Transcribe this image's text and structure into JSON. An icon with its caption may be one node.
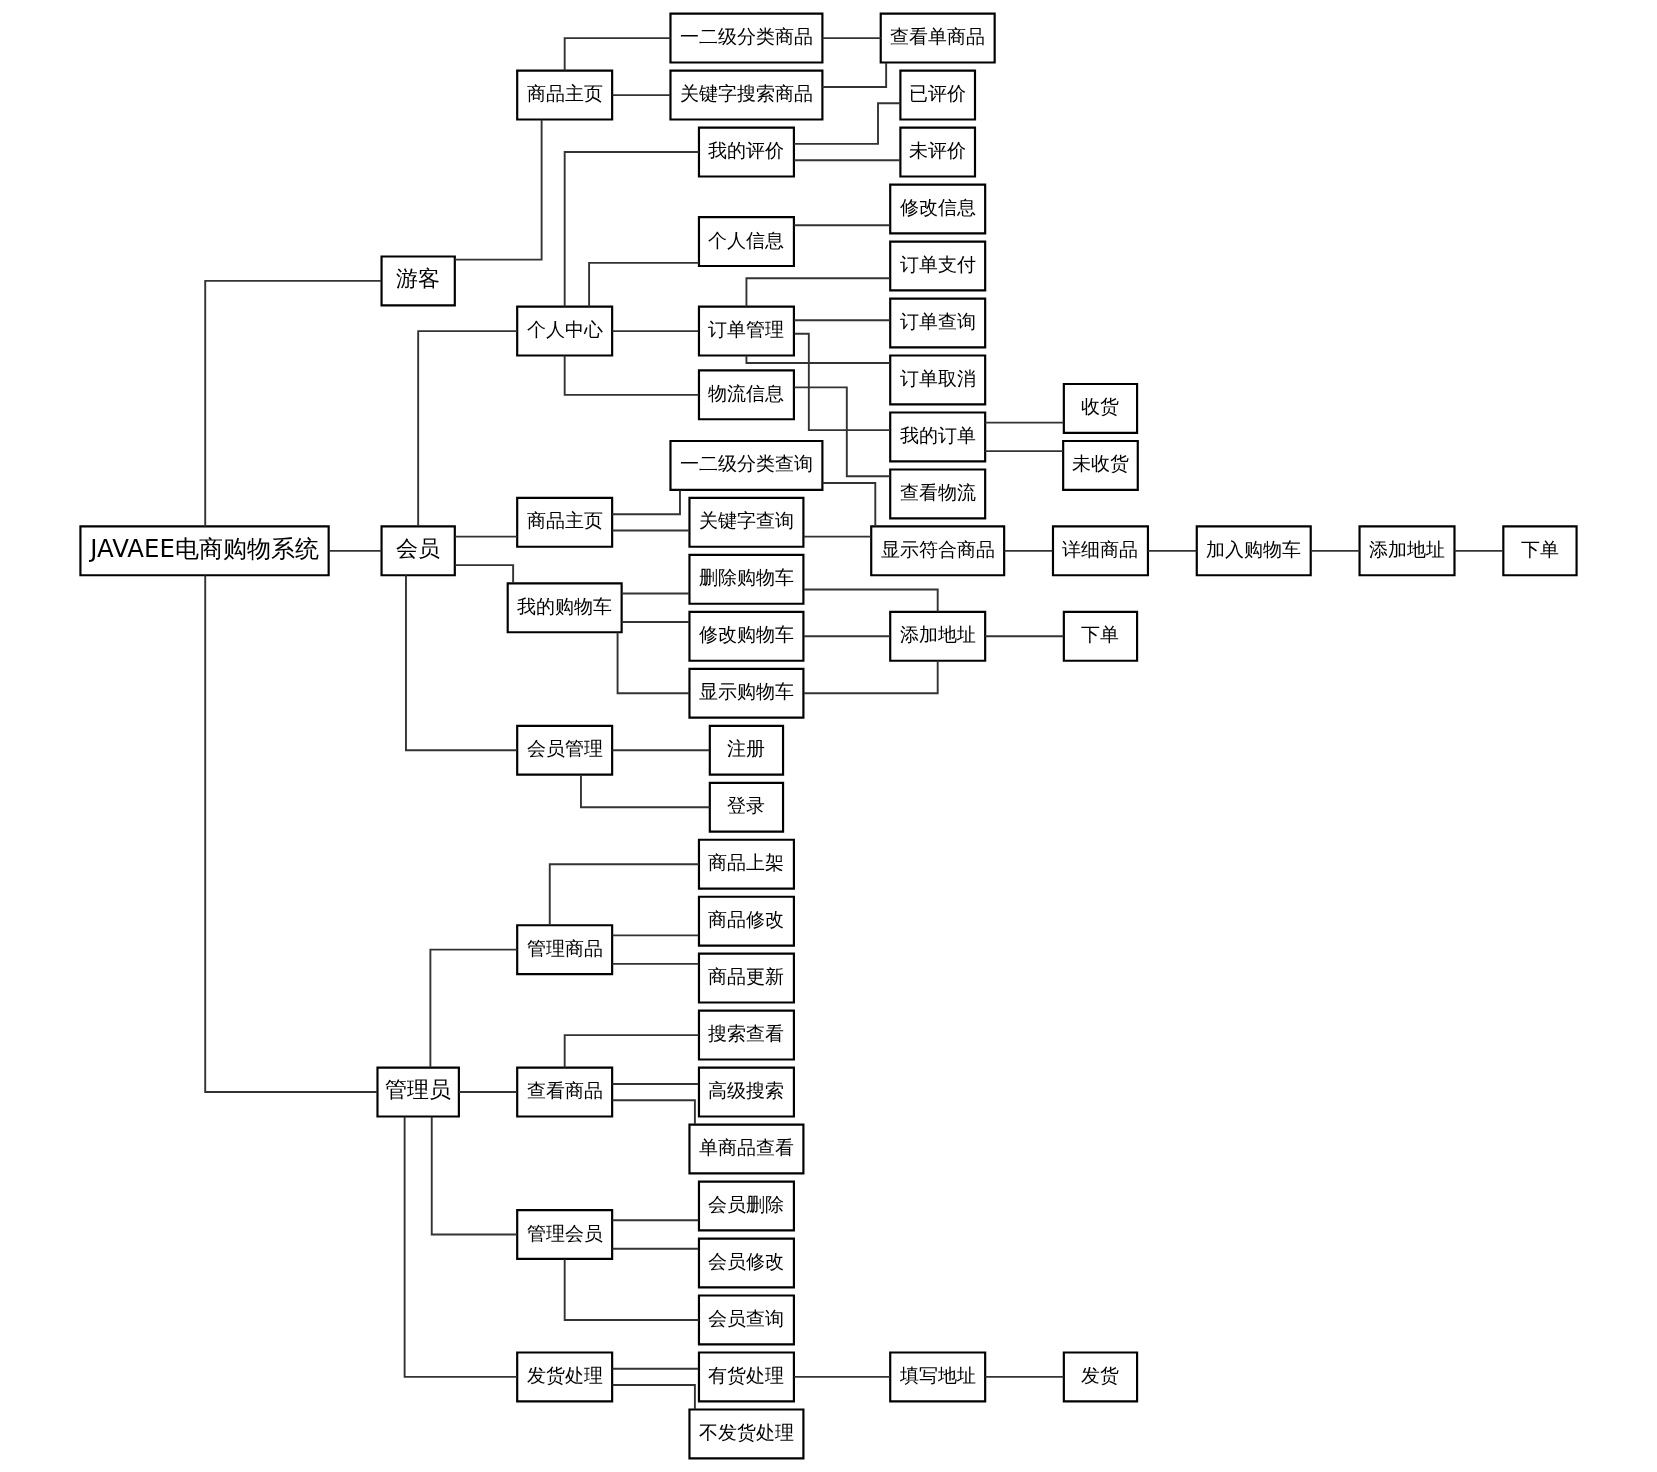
{
  "diagram": {
    "nodes": [
      {
        "text": [
          "JAVAEE电商购物系统"
        ]
      },
      {
        "text": [
          "游客"
        ]
      },
      {
        "text": [
          "会员"
        ]
      },
      {
        "text": [
          "管理员"
        ]
      },
      {
        "text": [
          "商品主页"
        ]
      },
      {
        "text": [
          "一二级分类商品"
        ]
      },
      {
        "text": [
          "关键字搜索商品"
        ]
      },
      {
        "text": [
          "查看单商品"
        ]
      },
      {
        "text": [
          "个人中心"
        ]
      },
      {
        "text": [
          "商品主页"
        ]
      },
      {
        "text": [
          "我的购物车"
        ]
      },
      {
        "text": [
          "会员管理"
        ]
      },
      {
        "text": [
          "我的评价"
        ]
      },
      {
        "text": [
          "个人信息"
        ]
      },
      {
        "text": [
          "订单管理"
        ]
      },
      {
        "text": [
          "物流信息"
        ]
      },
      {
        "text": [
          "已评价"
        ]
      },
      {
        "text": [
          "未评价"
        ]
      },
      {
        "text": [
          "修改信息"
        ]
      },
      {
        "text": [
          "订单支付"
        ]
      },
      {
        "text": [
          "订单查询"
        ]
      },
      {
        "text": [
          "订单取消"
        ]
      },
      {
        "text": [
          "我的订单"
        ]
      },
      {
        "text": [
          "收货"
        ]
      },
      {
        "text": [
          "未收货"
        ]
      },
      {
        "text": [
          "查看物流"
        ]
      },
      {
        "text": [
          "一二级分类查询"
        ]
      },
      {
        "text": [
          "关键字查询"
        ]
      },
      {
        "text": [
          "显示符合商品"
        ]
      },
      {
        "text": [
          "详细商品"
        ]
      },
      {
        "text": [
          "加入购物车"
        ]
      },
      {
        "text": [
          "添加地址"
        ]
      },
      {
        "text": [
          "下单"
        ]
      },
      {
        "text": [
          "删除购物车"
        ]
      },
      {
        "text": [
          "修改购物车"
        ]
      },
      {
        "text": [
          "显示购物车"
        ]
      },
      {
        "text": [
          "添加地址"
        ]
      },
      {
        "text": [
          "下单"
        ]
      },
      {
        "text": [
          "注册"
        ]
      },
      {
        "text": [
          "登录"
        ]
      },
      {
        "text": [
          "管理商品"
        ]
      },
      {
        "text": [
          "查看商品"
        ]
      },
      {
        "text": [
          "管理会员"
        ]
      },
      {
        "text": [
          "发货处理"
        ]
      },
      {
        "text": [
          "商品上架"
        ]
      },
      {
        "text": [
          "商品修改"
        ]
      },
      {
        "text": [
          "商品更新"
        ]
      },
      {
        "text": [
          "搜索查看"
        ]
      },
      {
        "text": [
          "高级搜索"
        ]
      },
      {
        "text": [
          "单商品查看"
        ]
      },
      {
        "text": [
          "会员删除"
        ]
      },
      {
        "text": [
          "会员修改"
        ]
      },
      {
        "text": [
          "会员查询"
        ]
      },
      {
        "text": [
          "有货处理"
        ]
      },
      {
        "text": [
          "不发货处理"
        ]
      },
      {
        "text": [
          "填写地址"
        ]
      },
      {
        "text": [
          "发货"
        ]
      }
    ],
    "edges": [
      {
        "from": 0,
        "to": 1,
        "arrow": "none"
      },
      {
        "from": 0,
        "to": 2,
        "arrow": "none"
      },
      {
        "from": 0,
        "to": 3,
        "arrow": "none"
      },
      {
        "from": 1,
        "to": 4,
        "arrow": "none"
      },
      {
        "from": 4,
        "to": 5,
        "arrow": "none"
      },
      {
        "from": 4,
        "to": 6,
        "arrow": "none"
      },
      {
        "from": 5,
        "to": 7,
        "arrow": "none"
      },
      {
        "from": 6,
        "to": 7,
        "arrow": "none"
      },
      {
        "from": 2,
        "to": 8,
        "arrow": "none"
      },
      {
        "from": 2,
        "to": 9,
        "arrow": "none"
      },
      {
        "from": 2,
        "to": 10,
        "arrow": "none"
      },
      {
        "from": 2,
        "to": 11,
        "arrow": "none"
      },
      {
        "from": 8,
        "to": 12,
        "arrow": "none"
      },
      {
        "from": 8,
        "to": 13,
        "arrow": "none"
      },
      {
        "from": 8,
        "to": 14,
        "arrow": "none"
      },
      {
        "from": 8,
        "to": 15,
        "arrow": "none"
      },
      {
        "from": 12,
        "to": 16,
        "arrow": "none"
      },
      {
        "from": 12,
        "to": 17,
        "arrow": "none"
      },
      {
        "from": 13,
        "to": 18,
        "arrow": "none"
      },
      {
        "from": 14,
        "to": 19,
        "arrow": "none"
      },
      {
        "from": 14,
        "to": 20,
        "arrow": "none"
      },
      {
        "from": 14,
        "to": 21,
        "arrow": "none"
      },
      {
        "from": 14,
        "to": 22,
        "arrow": "none"
      },
      {
        "from": 22,
        "to": 23,
        "arrow": "none"
      },
      {
        "from": 22,
        "to": 24,
        "arrow": "none"
      },
      {
        "from": 15,
        "to": 25,
        "arrow": "none"
      },
      {
        "from": 9,
        "to": 26,
        "arrow": "none"
      },
      {
        "from": 9,
        "to": 27,
        "arrow": "none"
      },
      {
        "from": 26,
        "to": 28,
        "arrow": "none"
      },
      {
        "from": 27,
        "to": 28,
        "arrow": "none"
      },
      {
        "from": 28,
        "to": 29,
        "arrow": "none"
      },
      {
        "from": 29,
        "to": 30,
        "arrow": "none"
      },
      {
        "from": 30,
        "to": 31,
        "arrow": "none"
      },
      {
        "from": 31,
        "to": 32,
        "arrow": "none"
      },
      {
        "from": 10,
        "to": 33,
        "arrow": "none"
      },
      {
        "from": 10,
        "to": 34,
        "arrow": "none"
      },
      {
        "from": 10,
        "to": 35,
        "arrow": "none"
      },
      {
        "from": 33,
        "to": 36,
        "arrow": "none"
      },
      {
        "from": 34,
        "to": 36,
        "arrow": "none"
      },
      {
        "from": 35,
        "to": 36,
        "arrow": "none"
      },
      {
        "from": 36,
        "to": 37,
        "arrow": "none"
      },
      {
        "from": 11,
        "to": 38,
        "arrow": "none"
      },
      {
        "from": 11,
        "to": 39,
        "arrow": "none"
      },
      {
        "from": 3,
        "to": 40,
        "arrow": "none"
      },
      {
        "from": 3,
        "to": 41,
        "arrow": "none"
      },
      {
        "from": 3,
        "to": 42,
        "arrow": "none"
      },
      {
        "from": 3,
        "to": 43,
        "arrow": "none"
      },
      {
        "from": 40,
        "to": 44,
        "arrow": "none"
      },
      {
        "from": 40,
        "to": 45,
        "arrow": "none"
      },
      {
        "from": 40,
        "to": 46,
        "arrow": "none"
      },
      {
        "from": 41,
        "to": 47,
        "arrow": "none"
      },
      {
        "from": 41,
        "to": 48,
        "arrow": "none"
      },
      {
        "from": 41,
        "to": 49,
        "arrow": "none"
      },
      {
        "from": 42,
        "to": 50,
        "arrow": "none"
      },
      {
        "from": 42,
        "to": 51,
        "arrow": "none"
      },
      {
        "from": 42,
        "to": 52,
        "arrow": "none"
      },
      {
        "from": 43,
        "to": 53,
        "arrow": "none"
      },
      {
        "from": 43,
        "to": 54,
        "arrow": "none"
      },
      {
        "from": 53,
        "to": 55,
        "arrow": "none"
      },
      {
        "from": 55,
        "to": 56,
        "arrow": "none"
      }
    ]
  }
}
